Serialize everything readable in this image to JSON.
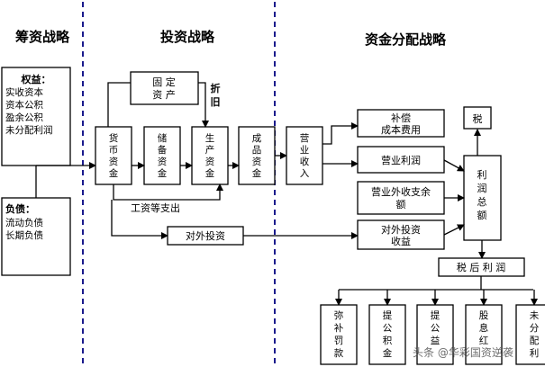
{
  "sections": {
    "financing": "筹资战略",
    "investment": "投资战略",
    "distribution": "资金分配战略"
  },
  "equity": {
    "title": "权益：",
    "items": [
      "实收资本",
      "资本公积",
      "盈余公积",
      "未分配利润"
    ]
  },
  "liability": {
    "title": "负债：",
    "items": [
      "流动负债",
      "长期负债"
    ]
  },
  "investment_nodes": {
    "fixed_assets": [
      "固  定",
      "资  产"
    ],
    "depreciation": [
      "折",
      "旧"
    ],
    "monetary_fund": [
      "货",
      "币",
      "资",
      "金"
    ],
    "reserve_fund": [
      "储",
      "备",
      "资",
      "金"
    ],
    "production_fund": [
      "生",
      "产",
      "资",
      "金"
    ],
    "finished_fund": [
      "成",
      "品",
      "资",
      "金"
    ],
    "wage_expense": "工资等支出",
    "external_investment": "对外投资"
  },
  "distribution_nodes": {
    "operating_income": [
      "营",
      "业",
      "收",
      "入"
    ],
    "compensation_cost": [
      "补偿",
      "成本费用"
    ],
    "tax": "税",
    "operating_profit": "营业利润",
    "non_operating": [
      "营业外收支余",
      "额"
    ],
    "investment_income": [
      "对外投资",
      "收益"
    ],
    "total_profit": [
      "利",
      "润",
      "总",
      "额"
    ],
    "after_tax_profit": "税  后 利  润",
    "uses": [
      [
        "弥",
        "补",
        "罚",
        "款"
      ],
      [
        "提",
        "公",
        "积",
        "金"
      ],
      [
        "提",
        "公",
        "益",
        ""
      ],
      [
        "股",
        "息",
        "红",
        ""
      ],
      [
        "未",
        "分",
        "配",
        "利"
      ]
    ]
  },
  "watermark": "头条 @华彩国资逆袭"
}
